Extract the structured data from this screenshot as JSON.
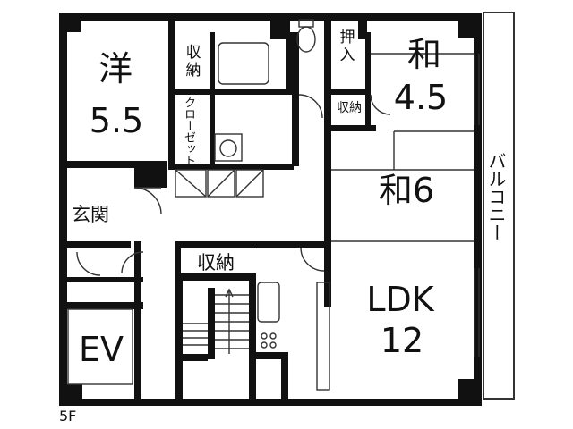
{
  "floor_label": "5F",
  "rooms": {
    "western": {
      "name": "洋",
      "size": "5.5"
    },
    "japanese_small": {
      "name": "和",
      "size": "4.5"
    },
    "japanese_large": {
      "name": "和6"
    },
    "ldk": {
      "name": "LDK",
      "size": "12"
    },
    "entrance": {
      "name": "玄関"
    },
    "elevator": {
      "name": "EV"
    },
    "balcony": {
      "name": "バルコニー"
    }
  },
  "storage": {
    "storage_1": "収納",
    "closet": "クローゼット",
    "oshiire": "押入",
    "storage_2": "収納",
    "storage_3": "収納"
  },
  "colors": {
    "wall": "#111111",
    "line": "#333333",
    "background": "#ffffff"
  }
}
